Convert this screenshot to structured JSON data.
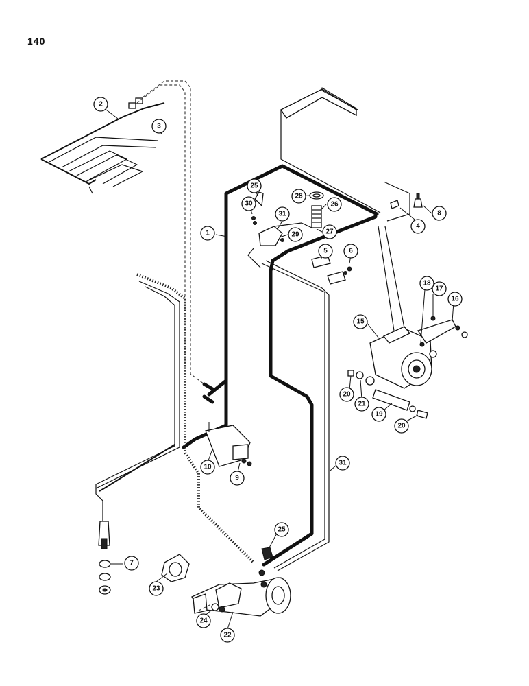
{
  "page": {
    "number": "140"
  },
  "callouts": [
    {
      "id": "1",
      "label": "1"
    },
    {
      "id": "2",
      "label": "2"
    },
    {
      "id": "3",
      "label": "3"
    },
    {
      "id": "4",
      "label": "4"
    },
    {
      "id": "5",
      "label": "5"
    },
    {
      "id": "6",
      "label": "6"
    },
    {
      "id": "7",
      "label": "7"
    },
    {
      "id": "8",
      "label": "8"
    },
    {
      "id": "9",
      "label": "9"
    },
    {
      "id": "10",
      "label": "10"
    },
    {
      "id": "15",
      "label": "15"
    },
    {
      "id": "16",
      "label": "16"
    },
    {
      "id": "17",
      "label": "17"
    },
    {
      "id": "18",
      "label": "18"
    },
    {
      "id": "19",
      "label": "19"
    },
    {
      "id": "20a",
      "label": "20"
    },
    {
      "id": "20b",
      "label": "20"
    },
    {
      "id": "21",
      "label": "21"
    },
    {
      "id": "22",
      "label": "22"
    },
    {
      "id": "23",
      "label": "23"
    },
    {
      "id": "24",
      "label": "24"
    },
    {
      "id": "25a",
      "label": "25"
    },
    {
      "id": "25b",
      "label": "25"
    },
    {
      "id": "26",
      "label": "26"
    },
    {
      "id": "27",
      "label": "27"
    },
    {
      "id": "28",
      "label": "28"
    },
    {
      "id": "29",
      "label": "29"
    },
    {
      "id": "30",
      "label": "30"
    },
    {
      "id": "31a",
      "label": "31"
    },
    {
      "id": "31b",
      "label": "31"
    }
  ]
}
